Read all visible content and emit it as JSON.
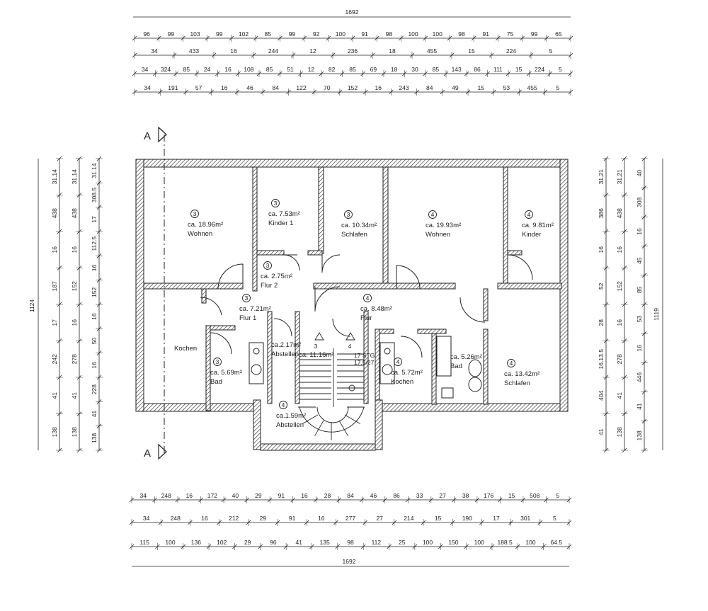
{
  "drawing": {
    "section_marker": "A",
    "top_dims": {
      "total": "1692",
      "row1": [
        "96",
        "99",
        "103",
        "99",
        "102",
        "85",
        "99",
        "92",
        "100",
        "91",
        "98",
        "100",
        "100",
        "98",
        "91",
        "75",
        "99",
        "65"
      ],
      "row2": [
        "34",
        "433",
        "16",
        "244",
        "12",
        "236",
        "18",
        "455",
        "15",
        "224",
        "5"
      ],
      "row3": [
        "34",
        "324",
        "85",
        "24",
        "16",
        "108",
        "85",
        "51",
        "12",
        "82",
        "85",
        "69",
        "18",
        "30",
        "85",
        "143",
        "86",
        "111",
        "15",
        "224",
        "5"
      ],
      "row4": [
        "34",
        "191",
        "57",
        "16",
        "46",
        "84",
        "122",
        "70",
        "152",
        "16",
        "243",
        "84",
        "49",
        "15",
        "53",
        "455",
        "5"
      ]
    },
    "bottom_dims": {
      "row1": [
        "34",
        "248",
        "16",
        "172",
        "40",
        "29",
        "91",
        "16",
        "28",
        "84",
        "46",
        "86",
        "33",
        "27",
        "38",
        "176",
        "15",
        "508",
        "5"
      ],
      "row2": [
        "34",
        "248",
        "16",
        "212",
        "29",
        "91",
        "16",
        "277",
        "27",
        "214",
        "15",
        "190",
        "17",
        "301",
        "5"
      ],
      "row3": [
        "115",
        "100",
        "136",
        "102",
        "29",
        "96",
        "41",
        "135",
        "98",
        "112",
        "25",
        "100",
        "150",
        "100",
        "188.5",
        "100",
        "64.5"
      ],
      "total": "1692"
    },
    "left_dims": {
      "col1": [
        "31.14",
        "438",
        "16",
        "187",
        "17",
        "242",
        "41",
        "138"
      ],
      "col1_total": "1124",
      "col2": [
        "31.14",
        "438",
        "16",
        "152",
        "16",
        "278",
        "41",
        "138"
      ],
      "col3": [
        "31.14",
        "308.5",
        "17",
        "112.5",
        "16",
        "152",
        "16",
        "50",
        "16",
        "228",
        "41",
        "138"
      ]
    },
    "right_dims": {
      "col1": [
        "31.21",
        "386",
        "16",
        "52",
        "28",
        "16.13.5",
        "404",
        "41"
      ],
      "col2": [
        "31.21",
        "438",
        "16",
        "152",
        "16",
        "278",
        "41",
        "138"
      ],
      "col3": [
        "40",
        "308",
        "16",
        "45",
        "85",
        "53",
        "16",
        "446",
        "41",
        "138"
      ],
      "col3_total": "1119"
    },
    "rooms": [
      {
        "num": "3",
        "area": "ca. 18.96m²",
        "name": "Wohnen"
      },
      {
        "num": "3",
        "area": "ca. 7.53m²",
        "name": "Kinder 1"
      },
      {
        "num": "3",
        "area": "ca. 10.34m²",
        "name": "Schlafen"
      },
      {
        "num": "4",
        "area": "ca. 19.93m²",
        "name": "Wohnen"
      },
      {
        "num": "4",
        "area": "ca. 9.81m²",
        "name": "Kinder"
      },
      {
        "num": "3",
        "area": "ca. 2.75m²",
        "name": "Flur 2"
      },
      {
        "num": "3",
        "area": "ca. 7.21m²",
        "name": "Flur 1"
      },
      {
        "num": "4",
        "area": "ca. 8.48m²",
        "name": "Flur"
      },
      {
        "num": "",
        "area": "",
        "name": "Kochen"
      },
      {
        "num": "3",
        "area": "ca. 5.69m²",
        "name": "Bad"
      },
      {
        "num": "",
        "area": "ca.2.17m²",
        "name": "Abstellen"
      },
      {
        "num": "",
        "area": "ca. 11.16m²",
        "name": ""
      },
      {
        "num": "4",
        "area": "ca. 5.72m²",
        "name": "Kochen"
      },
      {
        "num": "",
        "area": "ca. 5.26m²",
        "name": "Bad"
      },
      {
        "num": "4",
        "area": "ca. 13.42m²",
        "name": "Schlafen"
      },
      {
        "num": "4",
        "area": "ca.1.59m²",
        "name": "Abstellen"
      }
    ],
    "stair": {
      "left_unit": "3",
      "right_unit": "4",
      "steps": "17 STG",
      "rise": "17.5/27"
    }
  }
}
